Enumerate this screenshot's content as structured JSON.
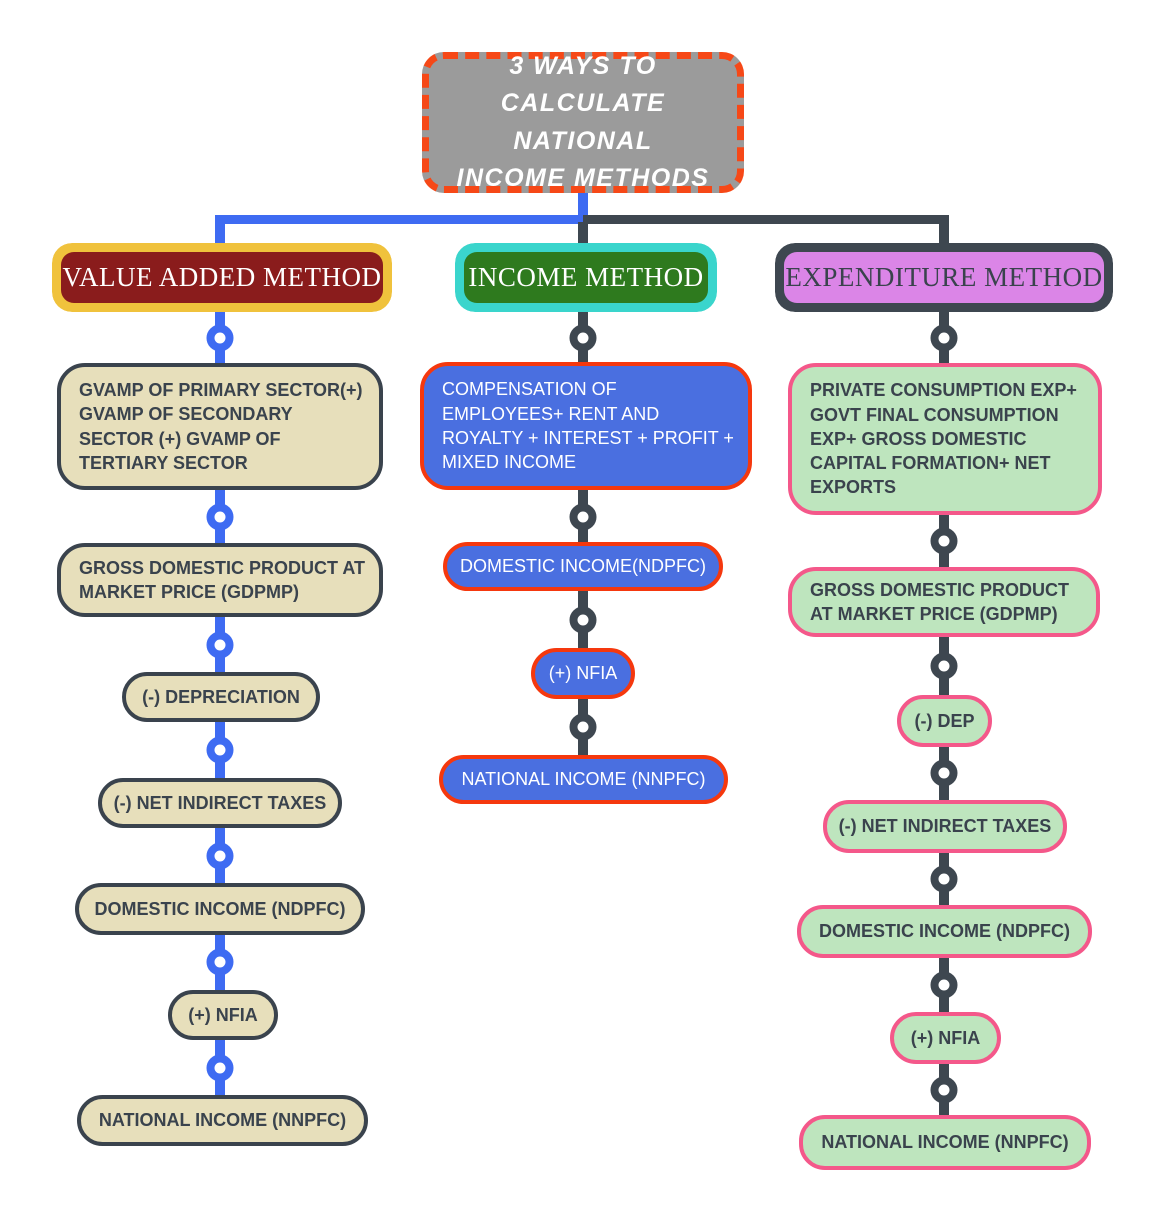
{
  "title": "3 WAYS TO CALCULATE NATIONAL INCOME METHODS",
  "colors": {
    "title_bg": "#9B9B9B",
    "title_border": "#F64817",
    "connector_blue": "#3E6BF2",
    "connector_dark": "#3E4750",
    "value_added_bg": "#8A1C1C",
    "value_added_scallop": "#F0C23C",
    "value_added_step_bg": "#E7DFBB",
    "income_bg": "#2E7A1E",
    "income_scallop": "#3AD5CC",
    "income_step_bg": "#4A6FE0",
    "income_step_border": "#F5380E",
    "expenditure_bg": "#DB85E7",
    "expenditure_scallop": "#3E4750",
    "expenditure_step_bg": "#BEE5BE",
    "expenditure_step_border": "#F4588A"
  },
  "columns": [
    {
      "method": "VALUE ADDED METHOD",
      "steps": [
        "GVAMP OF PRIMARY SECTOR(+) GVAMP OF SECONDARY SECTOR (+) GVAMP OF TERTIARY SECTOR",
        "GROSS DOMESTIC PRODUCT AT MARKET PRICE (GDPMP)",
        "(-) DEPRECIATION",
        "(-) NET INDIRECT TAXES",
        "DOMESTIC INCOME (NDPFC)",
        "(+) NFIA",
        "NATIONAL INCOME (NNPFC)"
      ]
    },
    {
      "method": "INCOME METHOD",
      "steps": [
        "COMPENSATION OF EMPLOYEES+ RENT AND ROYALTY + INTEREST + PROFIT + MIXED INCOME",
        "DOMESTIC INCOME(NDPFC)",
        "(+) NFIA",
        "NATIONAL INCOME (NNPFC)"
      ]
    },
    {
      "method": "EXPENDITURE METHOD",
      "steps": [
        "PRIVATE CONSUMPTION EXP+ GOVT FINAL CONSUMPTION EXP+ GROSS DOMESTIC CAPITAL FORMATION+ NET EXPORTS",
        "GROSS DOMESTIC PRODUCT AT MARKET PRICE (GDPMP)",
        "(-) DEP",
        "(-) NET INDIRECT TAXES",
        "DOMESTIC INCOME (NDPFC)",
        "(+) NFIA",
        "NATIONAL INCOME (NNPFC)"
      ]
    }
  ]
}
